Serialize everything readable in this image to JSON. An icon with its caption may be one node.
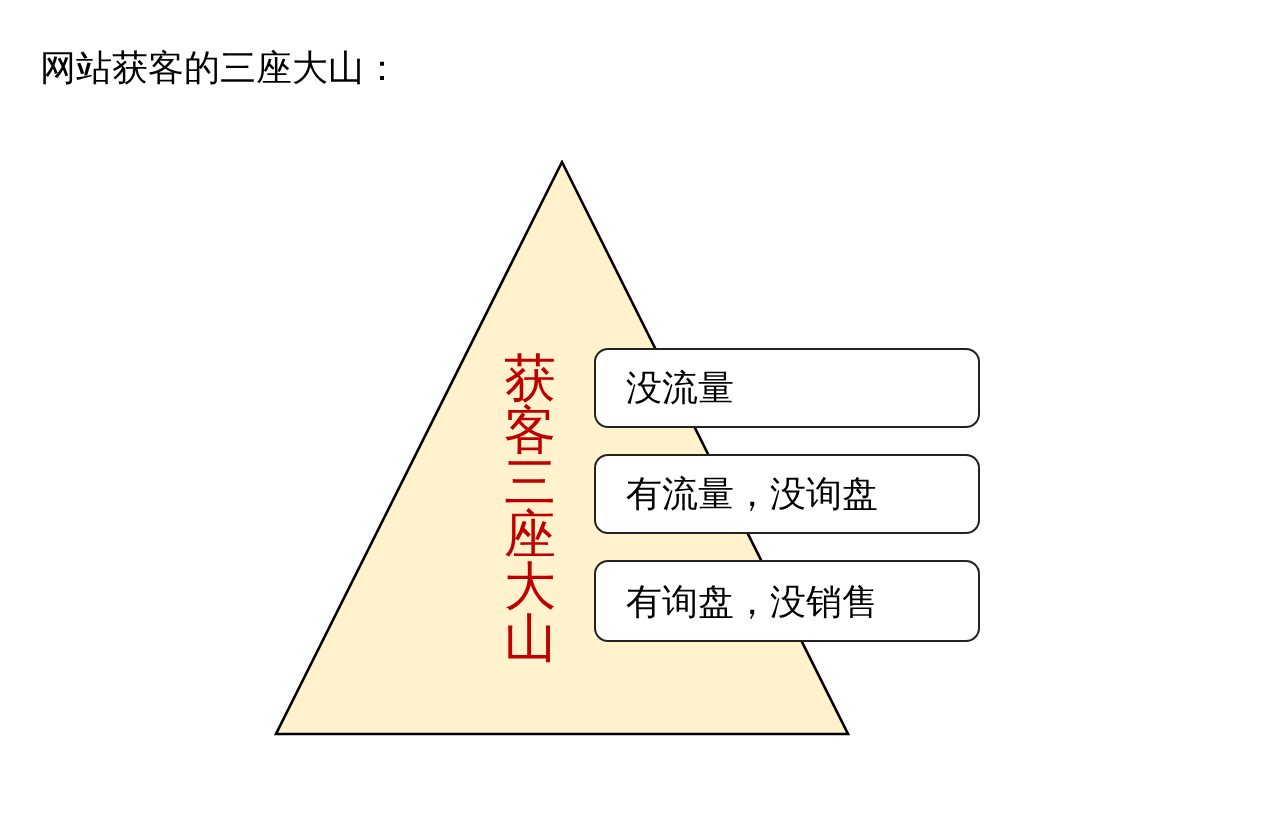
{
  "diagram": {
    "title": "网站获客的三座大山：",
    "nodes": [
      {
        "text": [
          "获客三座大山"
        ]
      },
      {
        "text": [
          "没流量"
        ]
      },
      {
        "text": [
          "有流量，没询盘"
        ]
      },
      {
        "text": [
          "有询盘，没销售"
        ]
      }
    ]
  }
}
